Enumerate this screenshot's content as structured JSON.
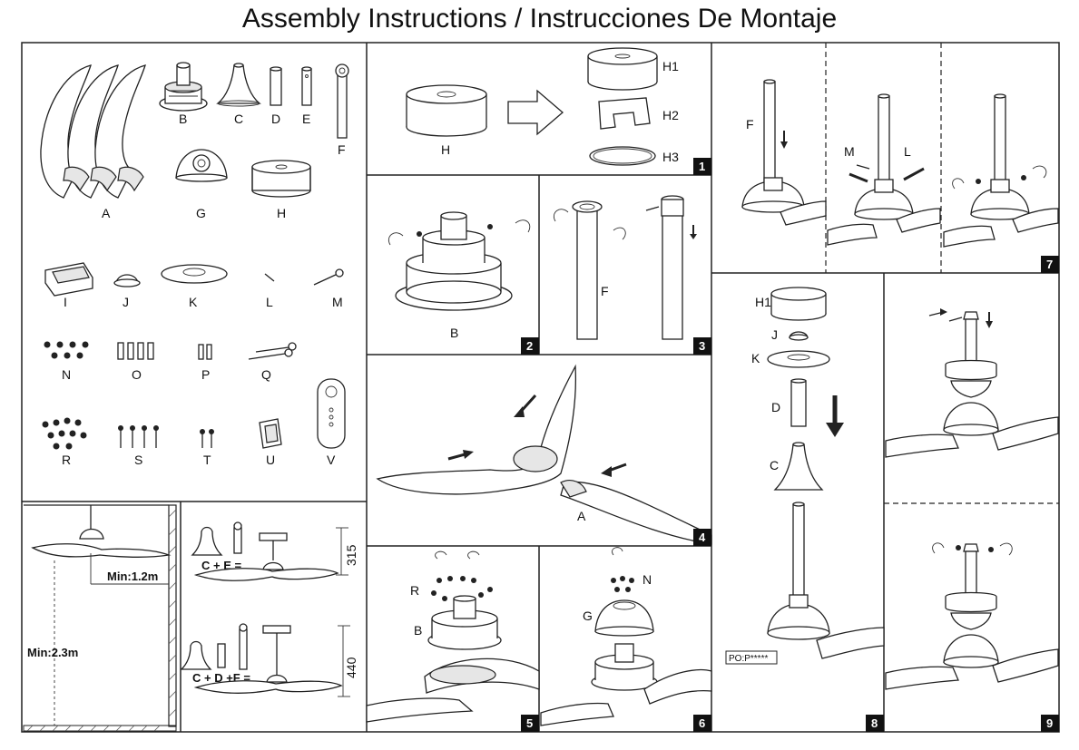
{
  "title": "Assembly Instructions / Instrucciones De Montaje",
  "parts": {
    "A": "A",
    "B": "B",
    "C": "C",
    "D": "D",
    "E": "E",
    "F": "F",
    "G": "G",
    "H": "H",
    "I": "I",
    "J": "J",
    "K": "K",
    "L": "L",
    "M": "M",
    "N": "N",
    "O": "O",
    "P": "P",
    "Q": "Q",
    "R": "R",
    "S": "S",
    "T": "T",
    "U": "U",
    "V": "V"
  },
  "clearance": {
    "ceiling_distance": "Min:1.2m",
    "floor_height": "Min:2.3m"
  },
  "configs": {
    "short_formula": "C + E =",
    "short_height": "315",
    "long_formula": "C + D +F =",
    "long_height": "440"
  },
  "steps": {
    "s1": {
      "number": "1",
      "labels": [
        "H",
        "H1",
        "H2",
        "H3"
      ]
    },
    "s2": {
      "number": "2",
      "labels": [
        "B"
      ]
    },
    "s3": {
      "number": "3",
      "labels": [
        "F"
      ]
    },
    "s4": {
      "number": "4",
      "labels": [
        "A"
      ]
    },
    "s5": {
      "number": "5",
      "labels": [
        "R",
        "B"
      ]
    },
    "s6": {
      "number": "6",
      "labels": [
        "N",
        "G"
      ]
    },
    "s7": {
      "number": "7",
      "labels": [
        "F",
        "M",
        "L"
      ]
    },
    "s8": {
      "number": "8",
      "labels": [
        "H1",
        "J",
        "K",
        "D",
        "C"
      ],
      "po_label": "PO:P*****"
    },
    "s9": {
      "number": "9"
    }
  }
}
